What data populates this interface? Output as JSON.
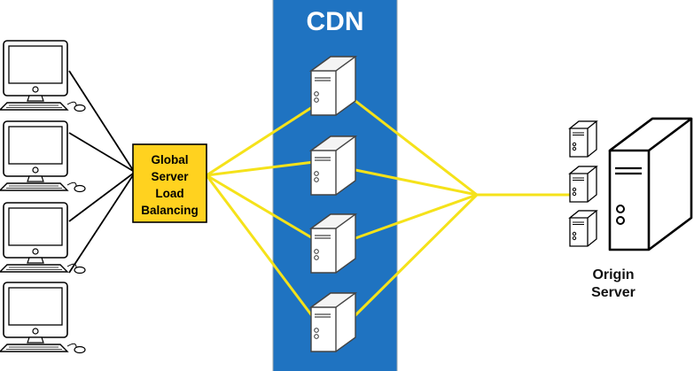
{
  "cdn": {
    "title": "CDN",
    "server_count": 4,
    "panel_color": "#1f73c1"
  },
  "gslb": {
    "lines": [
      "Global",
      "Server",
      "Load",
      "Balancing"
    ],
    "fill_color": "#ffd21f"
  },
  "clients": {
    "count": 4,
    "icon": "desktop-computer-icon"
  },
  "origin": {
    "lines": [
      "Origin",
      "Server"
    ],
    "icon": "server-tower-icon",
    "small_server_count": 3
  },
  "colors": {
    "link_line": "#f5e21a",
    "client_line": "#000000"
  }
}
